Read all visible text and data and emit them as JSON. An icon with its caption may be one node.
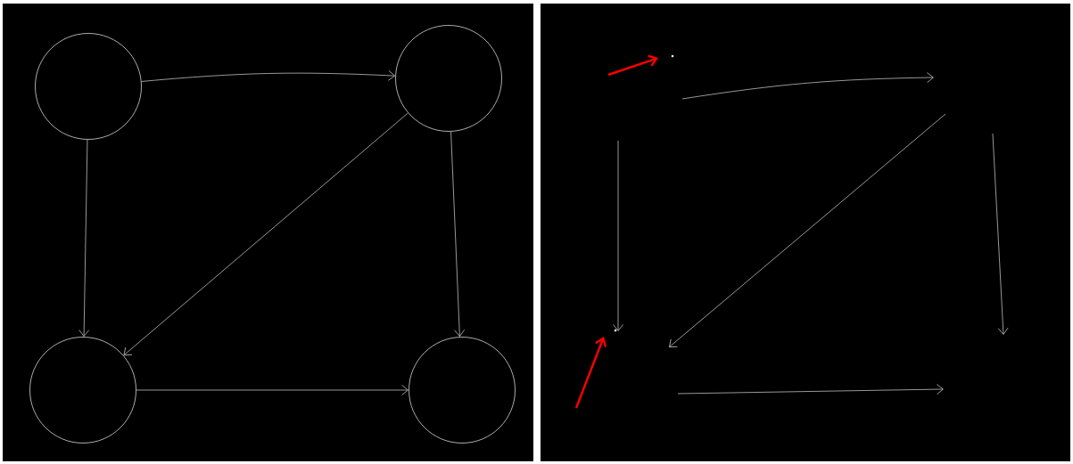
{
  "diagram": {
    "nodes": [
      {
        "text": [],
        "shape": "circle"
      },
      {
        "text": [],
        "shape": "circle"
      },
      {
        "text": [],
        "shape": "circle"
      },
      {
        "text": [],
        "shape": "circle"
      }
    ],
    "edges": [
      {
        "from": 0,
        "to": 1,
        "arrow": "to"
      },
      {
        "from": 0,
        "to": 2,
        "arrow": "to"
      },
      {
        "from": 1,
        "to": 2,
        "arrow": "to"
      },
      {
        "from": 1,
        "to": 3,
        "arrow": "to"
      },
      {
        "from": 2,
        "to": 3,
        "arrow": "to"
      }
    ]
  }
}
